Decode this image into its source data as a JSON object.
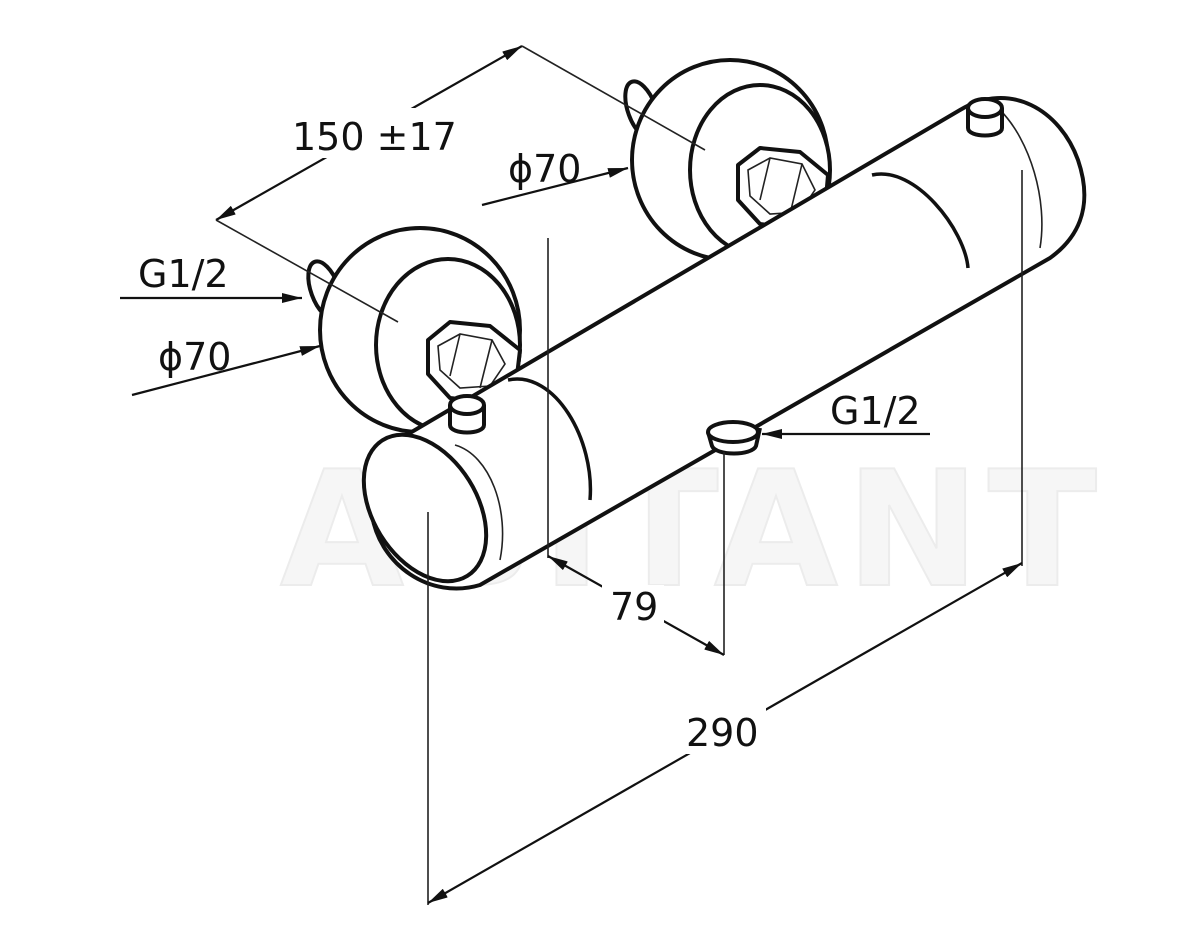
{
  "watermark": "ABITANT",
  "dimensions": {
    "spacing": "150 ±17",
    "diameter_top": "ϕ70",
    "thread_left": "G1/2",
    "diameter_left": "ϕ70",
    "thread_right": "G1/2",
    "offset": "79",
    "length": "290"
  },
  "colors": {
    "line": "#111111",
    "background": "#ffffff",
    "watermark": "#f0f0f0"
  }
}
